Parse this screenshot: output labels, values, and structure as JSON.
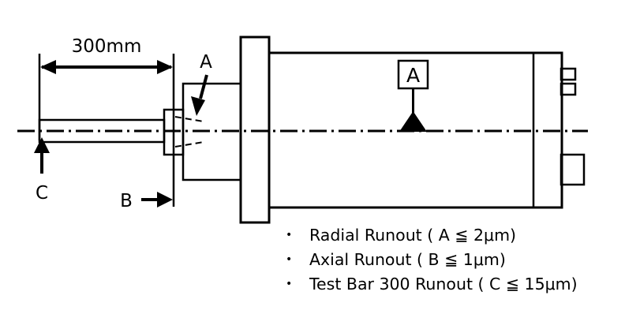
{
  "diagram": {
    "title": "Spindle runout test diagram",
    "colors": {
      "stroke": "#000000",
      "background": "#ffffff"
    },
    "dimension_label": "300mm",
    "labels": {
      "radial_point": "A",
      "axial_point": "B",
      "test_bar_point": "C",
      "datum_symbol": "A"
    },
    "specs": [
      {
        "bullet": "•",
        "text": "Radial Runout ( A ≦ 2μm)"
      },
      {
        "bullet": "•",
        "text": "Axial Runout ( B ≦ 1μm)"
      },
      {
        "bullet": "•",
        "text": "Test Bar 300 Runout ( C ≦ 15μm)"
      }
    ]
  }
}
